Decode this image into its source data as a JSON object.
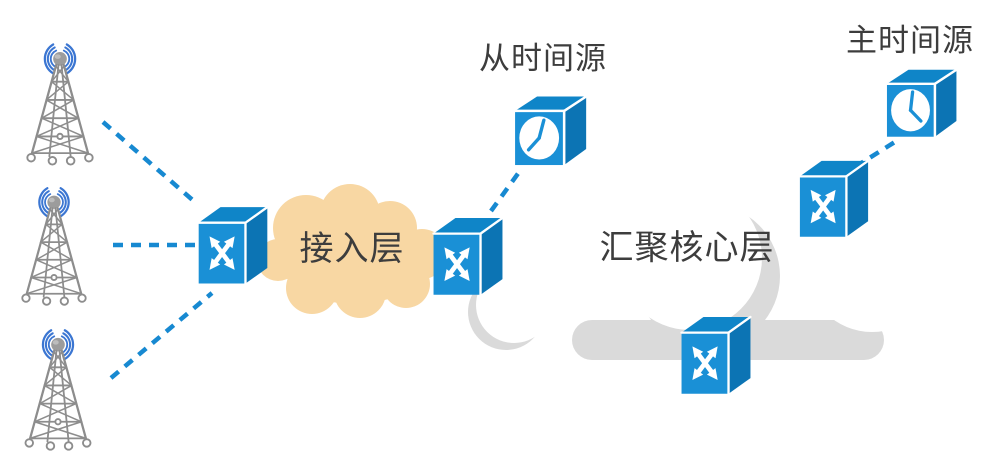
{
  "diagram": {
    "type": "network-topology",
    "clouds": {
      "access": {
        "label": "接入层",
        "fill": "#f8d7a3"
      },
      "core": {
        "label": "汇聚核心层",
        "fill": "#ffffff",
        "shadow": "#dadada"
      }
    },
    "time_sources": {
      "slave": {
        "label": "从时间源"
      },
      "master": {
        "label": "主时间源"
      }
    },
    "devices": {
      "base_stations": [
        "base-station-1",
        "base-station-2",
        "base-station-3"
      ],
      "access_switches": [
        "access-switch-left",
        "access-switch-right"
      ],
      "core_switches": [
        "core-switch-top-right",
        "core-switch-bottom"
      ],
      "clocks": [
        "slave-clock",
        "master-clock"
      ]
    },
    "links": [
      {
        "from": "base-station-1",
        "to": "access-switch-left",
        "style": "dashed"
      },
      {
        "from": "base-station-2",
        "to": "access-switch-left",
        "style": "dashed"
      },
      {
        "from": "base-station-3",
        "to": "access-switch-left",
        "style": "dashed"
      },
      {
        "from": "access-switch-right",
        "to": "slave-clock",
        "style": "dashed"
      },
      {
        "from": "core-switch-top-right",
        "to": "master-clock",
        "style": "dashed"
      }
    ],
    "colors": {
      "device_blue": "#1a90d6",
      "device_blue_top": "#0f85c8",
      "device_blue_side": "#0c74b4",
      "link_blue": "#1789d1",
      "wave_blue": "#3b76d2",
      "tower_gray": "#8d8d8d",
      "access_cloud": "#f8d7a3",
      "core_cloud_shadow": "#dadada",
      "text": "#3d3d3d",
      "background": "#ffffff"
    },
    "icons": {
      "tower": "radio-tower-icon",
      "switch": "router-switch-icon",
      "clock": "clock-icon"
    }
  }
}
